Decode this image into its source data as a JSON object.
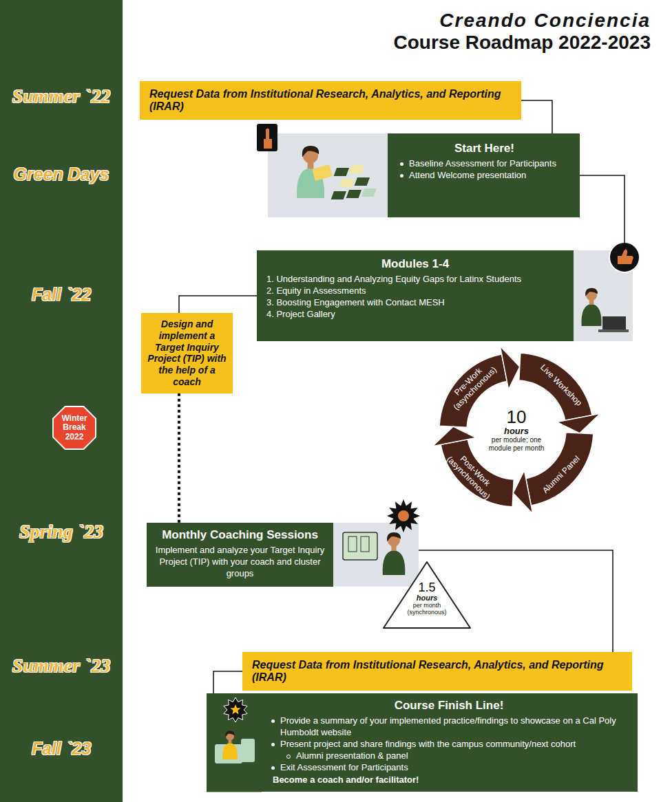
{
  "diagram": {
    "title": "Creando Conciencia Course Roadmap 2022-2023",
    "nodes": [
      {
        "text": [
          "Request Data from Institutional Research, Analytics, and Reporting (IRAR)"
        ]
      },
      {
        "text": [
          "Start Here!",
          "Baseline Assessment for Participants",
          "Attend Welcome presentation"
        ]
      },
      {
        "text": [
          "Modules 1-4",
          "1. Understanding and Analyzing Equity Gaps for Latinx Students",
          "2. Equity in Assessments",
          "3. Boosting Engagement with Contact MESH",
          "4. Project Gallery"
        ]
      },
      {
        "text": [
          "Design and implement a Target Inquiry Project (TIP) with the help of a coach"
        ]
      },
      {
        "text": [
          "Winter Break 2022"
        ]
      },
      {
        "text": [
          "10",
          "hours",
          "per module; one module per month"
        ]
      },
      {
        "text": [
          "Monthly Coaching Sessions",
          "Implement and analyze your Target Inquiry Project (TIP) with your coach and cluster groups"
        ]
      },
      {
        "text": [
          "1.5",
          "hours",
          "per month (synchronous)"
        ]
      },
      {
        "text": [
          "Request Data from Institutional Research, Analytics, and Reporting (IRAR)"
        ]
      },
      {
        "text": [
          "Course Finish Line!",
          "Provide a summary of your implemented practice/findings to showcase on a Cal Poly Humboldt website",
          "Present project and share findings with the campus community/next cohort",
          "Alumni presentation & panel",
          "Exit Assessment for Participants",
          "Become a coach and/or facilitator!"
        ]
      }
    ],
    "edges": [
      {
        "from": 0,
        "to": 1,
        "arrow": "none"
      },
      {
        "from": 1,
        "to": 2,
        "arrow": "none"
      },
      {
        "from": 2,
        "to": 3,
        "arrow": "none"
      },
      {
        "from": 3,
        "to": 6,
        "arrow": "none"
      },
      {
        "from": 6,
        "to": 8,
        "arrow": "none"
      },
      {
        "from": 8,
        "to": 9,
        "arrow": "none"
      }
    ],
    "labels": [
      "Summer `22",
      "Green Days",
      "Fall `22",
      "Spring `23",
      "Summer `23",
      "Fall `23",
      "Pre-Work (asynchronous)",
      "Live Workshop",
      "Alumni Panel",
      "Post-Work (asynchronous)"
    ]
  }
}
